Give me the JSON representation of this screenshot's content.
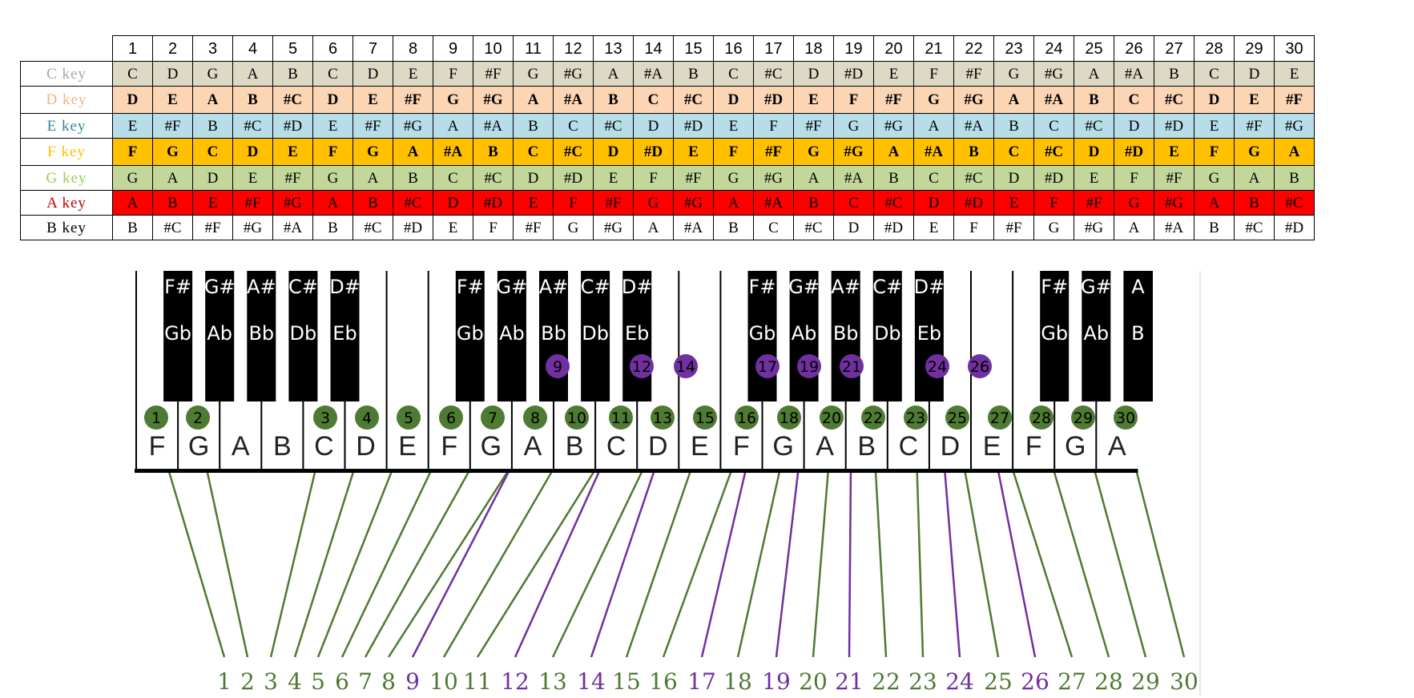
{
  "table": {
    "header": [
      "1",
      "2",
      "3",
      "4",
      "5",
      "6",
      "7",
      "8",
      "9",
      "10",
      "11",
      "12",
      "13",
      "14",
      "15",
      "16",
      "17",
      "18",
      "19",
      "20",
      "21",
      "22",
      "23",
      "24",
      "25",
      "26",
      "27",
      "28",
      "29",
      "30"
    ],
    "rows": [
      {
        "label": "C key",
        "bg": "#ddd9c4",
        "label_color": "#a6a6a6",
        "bold": false,
        "cells": [
          "C",
          "D",
          "G",
          "A",
          "B",
          "C",
          "D",
          "E",
          "F",
          "#F",
          "G",
          "#G",
          "A",
          "#A",
          "B",
          "C",
          "#C",
          "D",
          "#D",
          "E",
          "F",
          "#F",
          "G",
          "#G",
          "A",
          "#A",
          "B",
          "C",
          "D",
          "E"
        ]
      },
      {
        "label": "D key",
        "bg": "#fcd5b4",
        "label_color": "#f4b183",
        "bold": true,
        "cells": [
          "D",
          "E",
          "A",
          "B",
          "#C",
          "D",
          "E",
          "#F",
          "G",
          "#G",
          "A",
          "#A",
          "B",
          "C",
          "#C",
          "D",
          "#D",
          "E",
          "F",
          "#F",
          "G",
          "#G",
          "A",
          "#A",
          "B",
          "C",
          "#C",
          "D",
          "E",
          "#F"
        ]
      },
      {
        "label": "E key",
        "bg": "#b7dee8",
        "label_color": "#31859c",
        "bold": false,
        "cells": [
          "E",
          "#F",
          "B",
          "#C",
          "#D",
          "E",
          "#F",
          "#G",
          "A",
          "#A",
          "B",
          "C",
          "#C",
          "D",
          "#D",
          "E",
          "F",
          "#F",
          "G",
          "#G",
          "A",
          "#A",
          "B",
          "C",
          "#C",
          "D",
          "#D",
          "E",
          "#F",
          "#G"
        ]
      },
      {
        "label": "F key",
        "bg": "#ffc000",
        "label_color": "#ffc000",
        "bold": true,
        "cells": [
          "F",
          "G",
          "C",
          "D",
          "E",
          "F",
          "G",
          "A",
          "#A",
          "B",
          "C",
          "#C",
          "D",
          "#D",
          "E",
          "F",
          "#F",
          "G",
          "#G",
          "A",
          "#A",
          "B",
          "C",
          "#C",
          "D",
          "#D",
          "E",
          "F",
          "G",
          "A"
        ]
      },
      {
        "label": "G key",
        "bg": "#c4d79b",
        "label_color": "#92d050",
        "bold": false,
        "cells": [
          "G",
          "A",
          "D",
          "E",
          "#F",
          "G",
          "A",
          "B",
          "C",
          "#C",
          "D",
          "#D",
          "E",
          "F",
          "#F",
          "G",
          "#G",
          "A",
          "#A",
          "B",
          "C",
          "#C",
          "D",
          "#D",
          "E",
          "F",
          "#F",
          "G",
          "A",
          "B"
        ]
      },
      {
        "label": "A key",
        "bg": "#ff0000",
        "label_color": "#c00000",
        "bold": false,
        "cells": [
          "A",
          "B",
          "E",
          "#F",
          "#G",
          "A",
          "B",
          "#C",
          "D",
          "#D",
          "E",
          "F",
          "#F",
          "G",
          "#G",
          "A",
          "#A",
          "B",
          "C",
          "#C",
          "D",
          "#D",
          "E",
          "F",
          "#F",
          "G",
          "#G",
          "A",
          "B",
          "#C"
        ]
      },
      {
        "label": "B key",
        "bg": "#ffffff",
        "label_color": "#000000",
        "bold": false,
        "cells": [
          "B",
          "#C",
          "#F",
          "#G",
          "#A",
          "B",
          "#C",
          "#D",
          "E",
          "F",
          "#F",
          "G",
          "#G",
          "A",
          "#A",
          "B",
          "C",
          "#C",
          "D",
          "#D",
          "E",
          "F",
          "#F",
          "G",
          "#G",
          "A",
          "#A",
          "B",
          "#C",
          "#D"
        ]
      }
    ]
  },
  "keyboard": {
    "colors": {
      "natural": "#4e7a32",
      "sharp": "#7030a0"
    },
    "white_keys": [
      "F",
      "G",
      "A",
      "B",
      "C",
      "D",
      "E",
      "F",
      "G",
      "A",
      "B",
      "C",
      "D",
      "E",
      "F",
      "G",
      "A",
      "B",
      "C",
      "D",
      "E",
      "F",
      "G",
      "A"
    ],
    "black_groups": [
      {
        "sharp": [
          "F#",
          "G#",
          "A#"
        ],
        "flat": [
          "Gb",
          "Ab",
          "Bb"
        ]
      },
      {
        "sharp": [
          "C#",
          "D#"
        ],
        "flat": [
          "Db",
          "Eb"
        ]
      },
      {
        "sharp": [
          "F#",
          "G#",
          "A#"
        ],
        "flat": [
          "Gb",
          "Ab",
          "Bb"
        ]
      },
      {
        "sharp": [
          "C#",
          "D#"
        ],
        "flat": [
          "Db",
          "Eb"
        ]
      },
      {
        "sharp": [
          "F#",
          "G#",
          "A#"
        ],
        "flat": [
          "Gb",
          "Ab",
          "Bb"
        ]
      },
      {
        "sharp": [
          "C#",
          "D#"
        ],
        "flat": [
          "Db",
          "Eb"
        ]
      },
      {
        "sharp": [
          "F#",
          "G#",
          "A"
        ],
        "flat": [
          "Gb",
          "Ab",
          "B"
        ]
      }
    ],
    "holes": [
      {
        "n": "1",
        "type": "natural"
      },
      {
        "n": "2",
        "type": "natural"
      },
      {
        "n": "3",
        "type": "natural"
      },
      {
        "n": "4",
        "type": "natural"
      },
      {
        "n": "5",
        "type": "natural"
      },
      {
        "n": "6",
        "type": "natural"
      },
      {
        "n": "7",
        "type": "natural"
      },
      {
        "n": "8",
        "type": "natural"
      },
      {
        "n": "9",
        "type": "sharp"
      },
      {
        "n": "10",
        "type": "natural"
      },
      {
        "n": "11",
        "type": "natural"
      },
      {
        "n": "12",
        "type": "sharp"
      },
      {
        "n": "13",
        "type": "natural"
      },
      {
        "n": "14",
        "type": "sharp"
      },
      {
        "n": "15",
        "type": "natural"
      },
      {
        "n": "16",
        "type": "natural"
      },
      {
        "n": "17",
        "type": "sharp"
      },
      {
        "n": "18",
        "type": "natural"
      },
      {
        "n": "19",
        "type": "sharp"
      },
      {
        "n": "20",
        "type": "natural"
      },
      {
        "n": "21",
        "type": "sharp"
      },
      {
        "n": "22",
        "type": "natural"
      },
      {
        "n": "23",
        "type": "natural"
      },
      {
        "n": "24",
        "type": "sharp"
      },
      {
        "n": "25",
        "type": "natural"
      },
      {
        "n": "26",
        "type": "sharp"
      },
      {
        "n": "27",
        "type": "natural"
      },
      {
        "n": "28",
        "type": "natural"
      },
      {
        "n": "29",
        "type": "natural"
      },
      {
        "n": "30",
        "type": "natural"
      }
    ]
  }
}
